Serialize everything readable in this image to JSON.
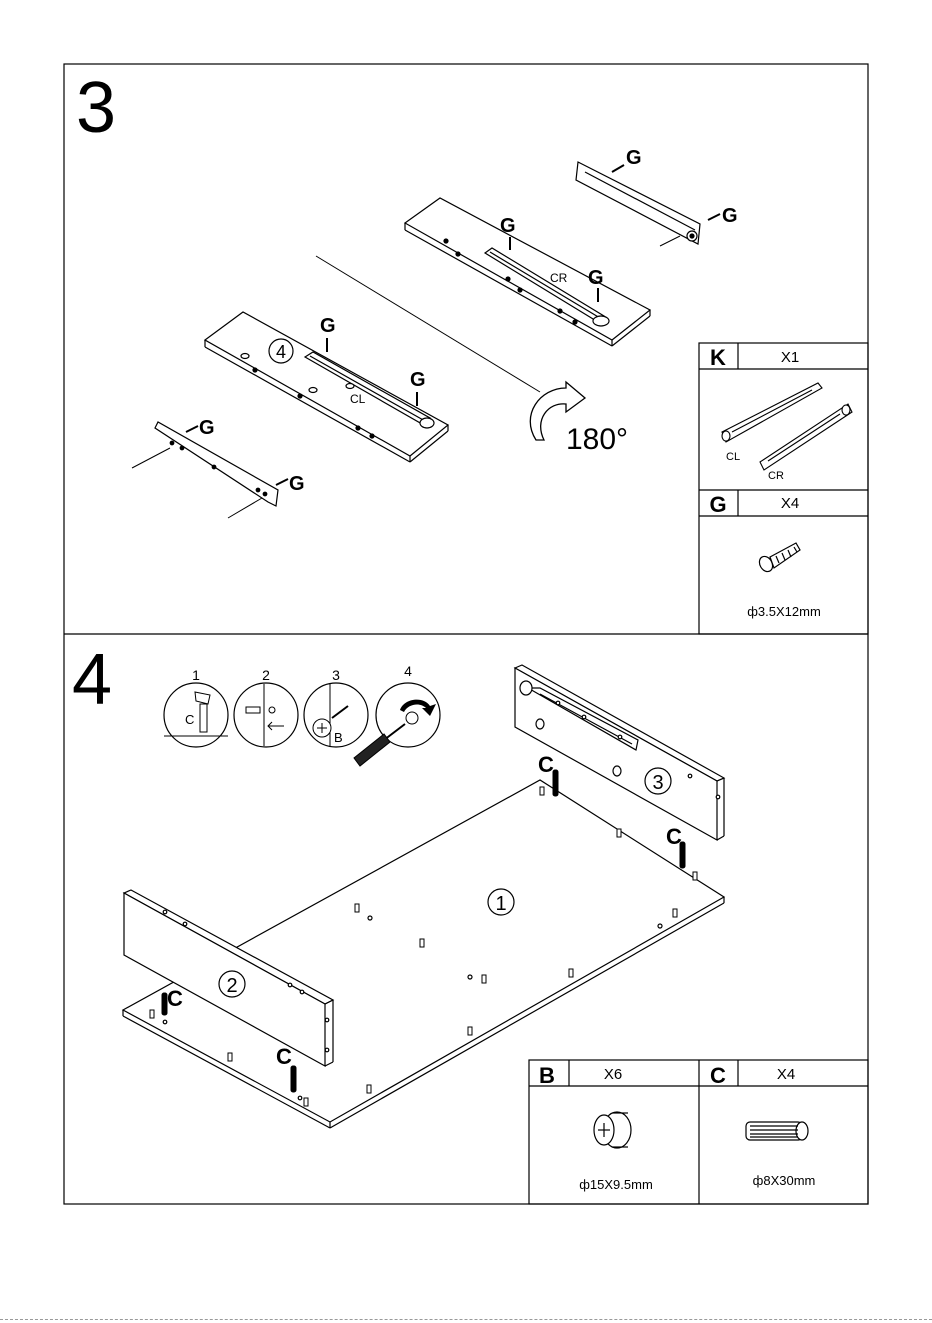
{
  "step3": {
    "number": "3",
    "labels": {
      "g": "G",
      "cr": "CR",
      "cl": "CL",
      "panel": "4",
      "rotation": "180°"
    },
    "parts": [
      {
        "code": "K",
        "qty": "X1",
        "left": "CL",
        "right": "CR"
      },
      {
        "code": "G",
        "qty": "X4",
        "spec": "ф3.5X12mm",
        "icon": "screw-icon"
      }
    ]
  },
  "step4": {
    "number": "4",
    "sub_steps": [
      "1",
      "2",
      "3",
      "4"
    ],
    "sub_labels": {
      "c": "C",
      "b": "B"
    },
    "labels": {
      "c": "C",
      "board": "1",
      "side_left": "2",
      "side_right": "3"
    },
    "parts": [
      {
        "code": "B",
        "qty": "X6",
        "spec": "ф15X9.5mm",
        "icon": "cam-lock-icon"
      },
      {
        "code": "C",
        "qty": "X4",
        "spec": "ф8X30mm",
        "icon": "wooden-dowel-icon"
      }
    ]
  }
}
